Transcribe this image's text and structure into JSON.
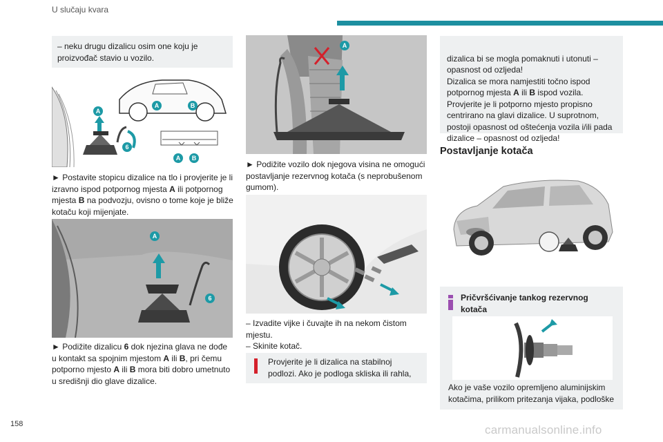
{
  "header": {
    "title": "U slučaju kvara"
  },
  "page_number": "158",
  "watermark": "carmanualsonline.info",
  "col1": {
    "note": "– neku drugu dizalicu osim one koju je proizvođač stavio u vozilo.",
    "fig1_labels": {
      "a1": "A",
      "a2": "A",
      "b1": "B",
      "six": "6",
      "a3": "A",
      "b2": "B"
    },
    "p1_pre": "► Postavite stopicu dizalice na tlo i provjerite je li izravno ispod potpornog mjesta ",
    "p1_a": "A",
    "p1_mid": " ili potpornog mjesta ",
    "p1_b": "B",
    "p1_post": " na podvozju, ovisno o tome koje je bliže kotaču koji mijenjate.",
    "fig2_labels": {
      "a": "A",
      "six": "6"
    },
    "p2_pre": "► Podižite dizalicu ",
    "p2_6": "6",
    "p2_mid1": " dok njezina glava ne dođe u kontakt sa spojnim mjestom ",
    "p2_a": "A",
    "p2_mid2": " ili ",
    "p2_b": "B",
    "p2_mid3": ", pri čemu potporno mjesto ",
    "p2_a2": "A",
    "p2_mid4": " ili ",
    "p2_b2": "B",
    "p2_post": " mora biti dobro umetnuto u središnji dio glave dizalice."
  },
  "col2": {
    "fig3_labels": {
      "a": "A"
    },
    "p1": "► Podižite vozilo dok njegova visina ne omogući postavljanje rezervnog kotača (s neprobušenom gumom).",
    "p2_line1": "– Izvadite vijke i čuvajte ih na nekom čistom mjestu.",
    "p2_line2": "– Skinite kotač.",
    "warn": "Provjerite je li dizalica na stabilnoj podlozi. Ako je podloga skliska ili rahla,"
  },
  "col3": {
    "warn_cont": "dizalica bi se mogla pomaknuti i utonuti – opasnost od ozljeda!\nDizalica se mora namjestiti točno ispod potpornog mjesta ",
    "warn_a": "A",
    "warn_mid": " ili ",
    "warn_b": "B",
    "warn_post": " ispod vozila.\nProvjerite je li potporno mjesto propisno centrirano na glavi dizalice. U suprotnom, postoji opasnost od oštećenja vozila i/ili pada dizalice – opasnost od ozljeda!",
    "heading": "Postavljanje kotača",
    "info_title": "Pričvršćivanje tankog rezervnog kotača",
    "info_text": "Ako je vaše vozilo opremljeno aluminijskim kotačima, prilikom pritezanja vijaka, podloške"
  },
  "colors": {
    "accent": "#1d8fa0",
    "warning": "#d4202b",
    "info": "#9b4fb0"
  }
}
